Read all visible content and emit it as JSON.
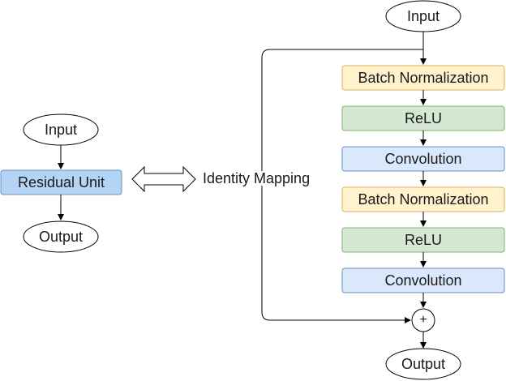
{
  "left_flow": {
    "input": "Input",
    "unit": "Residual Unit",
    "output": "Output"
  },
  "connector": {
    "label": "Identity Mapping"
  },
  "right_flow": {
    "input": "Input",
    "layers": [
      "Batch Normalization",
      "ReLU",
      "Convolution",
      "Batch Normalization",
      "ReLU",
      "Convolution"
    ],
    "sum_symbol": "+",
    "output": "Output"
  },
  "colors": {
    "batch_norm_fill": "#fff2cc",
    "batch_norm_stroke": "#d6b656",
    "relu_fill": "#d5e8d4",
    "relu_stroke": "#82b366",
    "conv_fill": "#dae8fc",
    "conv_stroke": "#6c8ebf",
    "residual_fill": "#b4d4f6",
    "residual_stroke": "#6c8ebf",
    "line": "#000000"
  }
}
